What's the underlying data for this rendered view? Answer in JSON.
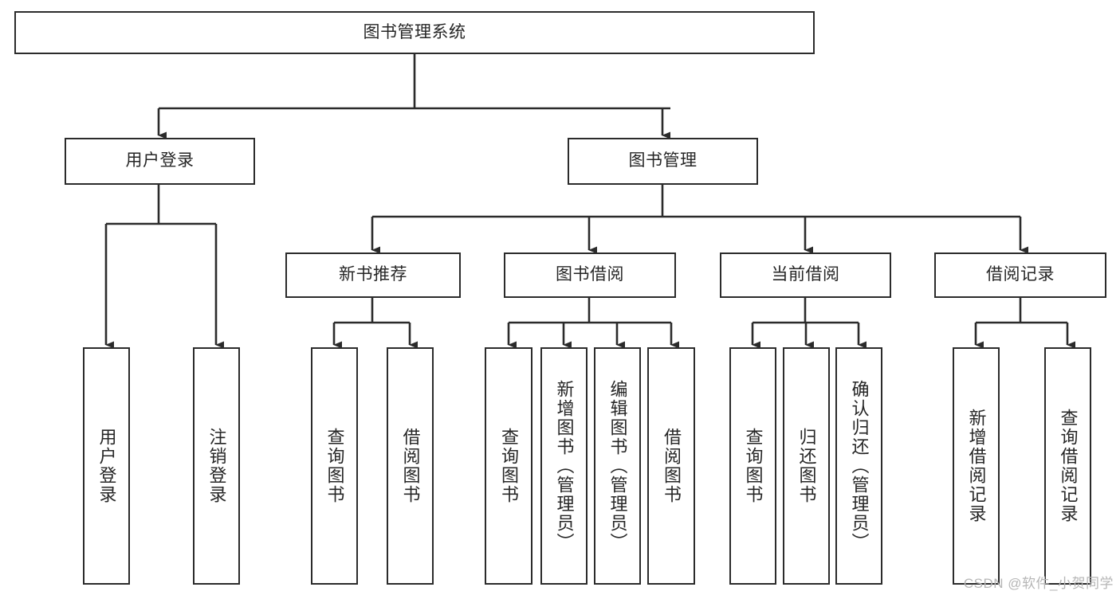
{
  "diagram": {
    "title": "图书管理系统",
    "type": "tree-hierarchy-chart",
    "root": {
      "id": "root",
      "label": "图书管理系统"
    },
    "level2": [
      {
        "id": "user-login",
        "label": "用户登录"
      },
      {
        "id": "book-manage",
        "label": "图书管理"
      }
    ],
    "level3": [
      {
        "id": "new-book-rec",
        "label": "新书推荐"
      },
      {
        "id": "book-borrow",
        "label": "图书借阅"
      },
      {
        "id": "current-borrow",
        "label": "当前借阅"
      },
      {
        "id": "borrow-record",
        "label": "借阅记录"
      }
    ],
    "leaves": {
      "user_login": [
        {
          "id": "leaf-user-login",
          "label": "用户登录"
        },
        {
          "id": "leaf-logout-login",
          "label": "注销登录"
        }
      ],
      "new_book_rec": [
        {
          "id": "leaf-query-book-1",
          "label": "查询图书"
        },
        {
          "id": "leaf-borrow-book-1",
          "label": "借阅图书"
        }
      ],
      "book_borrow": [
        {
          "id": "leaf-query-book-2",
          "label": "查询图书"
        },
        {
          "id": "leaf-add-book",
          "label": "新增图书（管理员）"
        },
        {
          "id": "leaf-edit-book",
          "label": "编辑图书（管理员）"
        },
        {
          "id": "leaf-borrow-book-2",
          "label": "借阅图书"
        }
      ],
      "current_borrow": [
        {
          "id": "leaf-query-book-3",
          "label": "查询图书"
        },
        {
          "id": "leaf-return-book",
          "label": "归还图书"
        },
        {
          "id": "leaf-confirm-return",
          "label": "确认归还（管理员）"
        }
      ],
      "borrow_record": [
        {
          "id": "leaf-add-record",
          "label": "新增借阅记录"
        },
        {
          "id": "leaf-query-record",
          "label": "查询借阅记录"
        }
      ]
    }
  },
  "watermark": {
    "text": "CSDN @软件_小贺同学"
  },
  "colors": {
    "stroke": "#2b2b2b",
    "box_fill": "#ffffff",
    "text": "#262626",
    "watermark": "#b6b6b6",
    "background": "#ffffff"
  }
}
